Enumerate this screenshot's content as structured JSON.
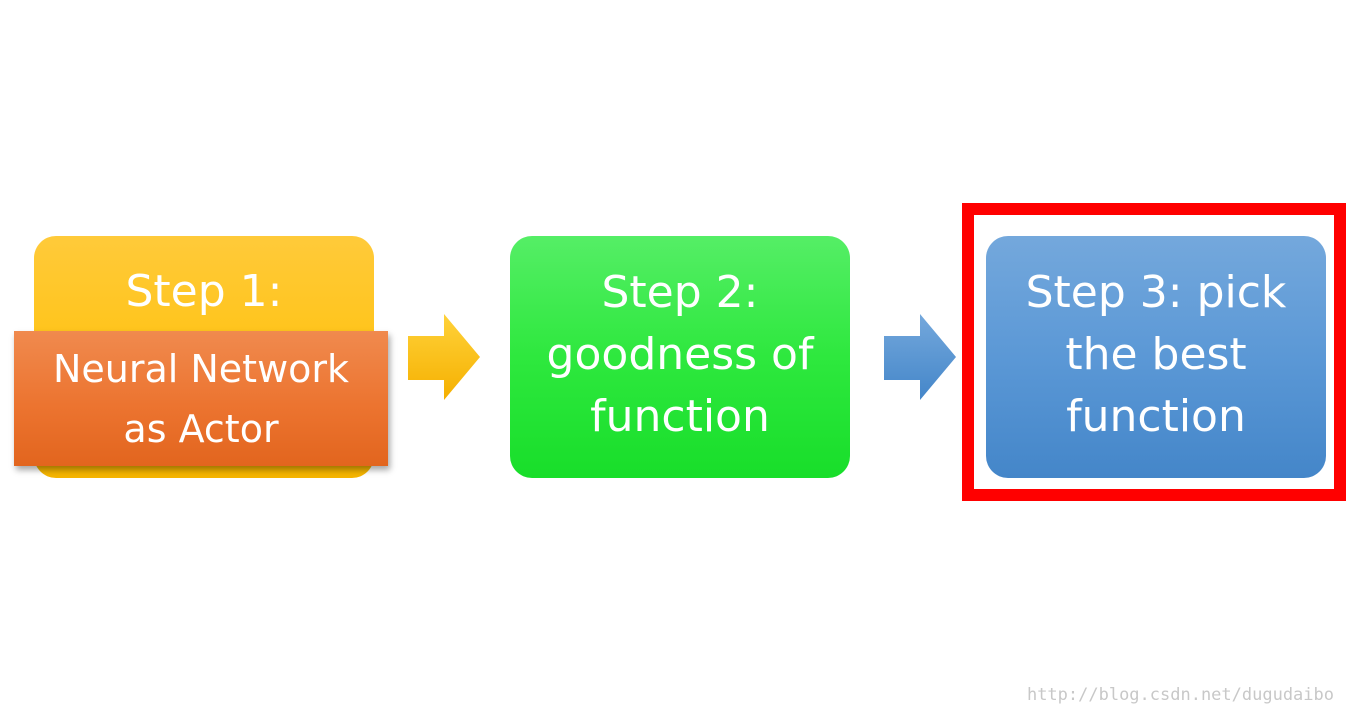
{
  "step1": {
    "title": "Step 1:",
    "sub_lines": [
      "Neural Network",
      "as Actor"
    ],
    "color": "#ffc20e",
    "sub_color": "#ec7430"
  },
  "step2": {
    "lines": [
      "Step 2:",
      "goodness of",
      "function"
    ],
    "color": "#2ee83e"
  },
  "step3": {
    "lines": [
      "Step 3: pick",
      "the best",
      "function"
    ],
    "color": "#5b98d6",
    "highlight_color": "#ff0000"
  },
  "arrows": [
    {
      "icon": "right-arrow-icon",
      "color": "#ffc20e"
    },
    {
      "icon": "right-arrow-icon",
      "color": "#5b98d6"
    }
  ],
  "watermark": "http://blog.csdn.net/dugudaibo"
}
